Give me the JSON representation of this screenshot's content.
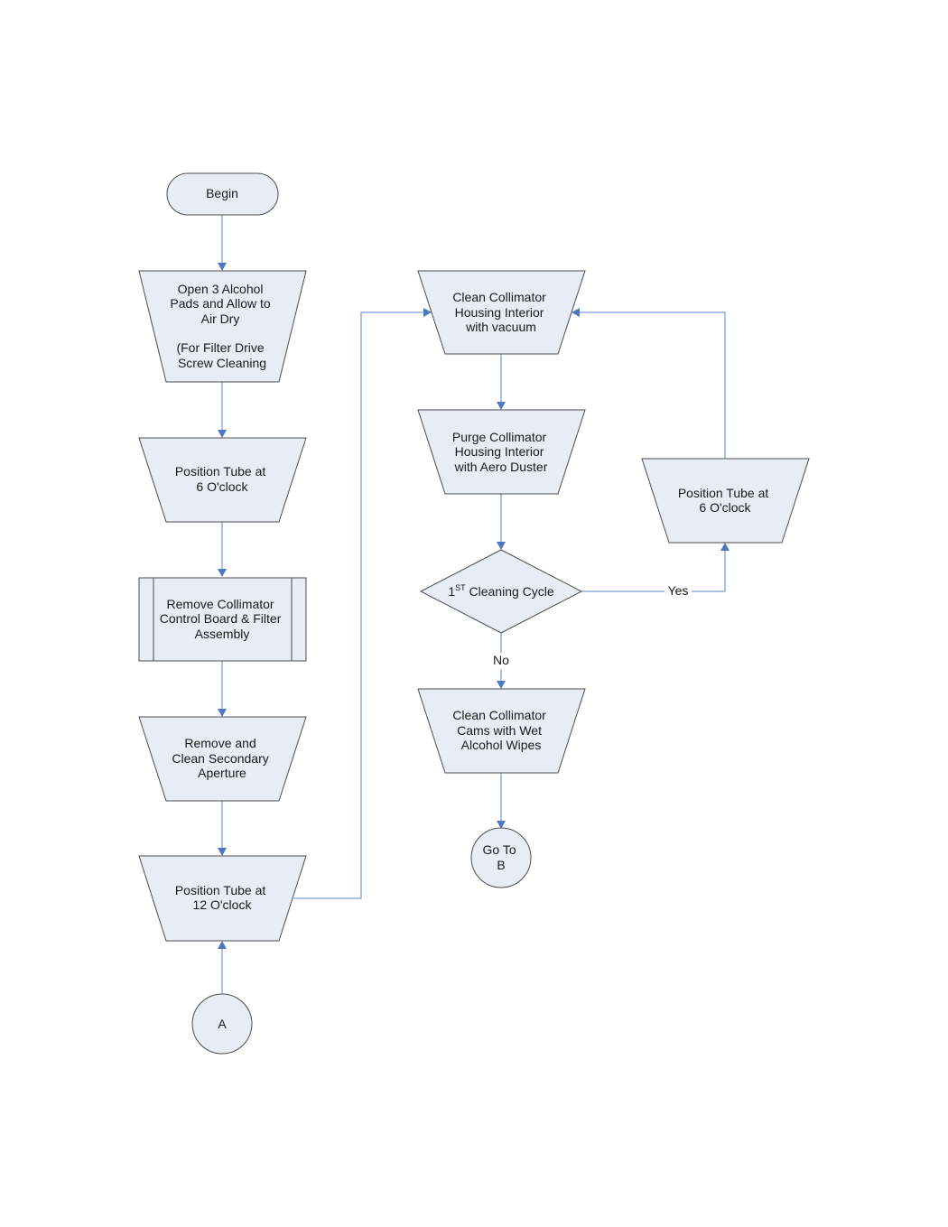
{
  "nodes": {
    "begin": {
      "lines": [
        "Begin"
      ]
    },
    "open_pads": {
      "lines": [
        "Open 3 Alcohol",
        "Pads and Allow to",
        "Air Dry",
        "",
        "(For Filter Drive",
        "Screw Cleaning"
      ]
    },
    "position_6_left": {
      "lines": [
        "Position Tube at",
        "6 O'clock"
      ]
    },
    "remove_board": {
      "lines": [
        "Remove Collimator",
        "Control Board & Filter",
        "Assembly"
      ]
    },
    "remove_aperture": {
      "lines": [
        "Remove and",
        "Clean Secondary",
        "Aperture"
      ]
    },
    "position_12": {
      "lines": [
        "Position Tube at",
        "12 O'clock"
      ]
    },
    "connector_a": {
      "lines": [
        "A"
      ]
    },
    "clean_vacuum": {
      "lines": [
        "Clean Collimator",
        "Housing Interior",
        "with vacuum"
      ]
    },
    "purge": {
      "lines": [
        "Purge Collimator",
        "Housing Interior",
        "with Aero Duster"
      ]
    },
    "cycle_decision": {
      "prefix": "1",
      "sup": "ST",
      "suffix": " Cleaning Cycle"
    },
    "clean_cams": {
      "lines": [
        "Clean Collimator",
        "Cams with Wet",
        "Alcohol Wipes"
      ]
    },
    "goto_b": {
      "lines": [
        "Go To",
        "B"
      ]
    },
    "position_6_right": {
      "lines": [
        "Position Tube at",
        "6 O'clock"
      ]
    }
  },
  "edge_labels": {
    "yes": "Yes",
    "no": "No"
  },
  "colors": {
    "shape_fill": "#e8ecf5",
    "shape_stroke": "#4d4d4d",
    "connector_line": "#5b84c4",
    "arrowhead": "#4a78c2"
  }
}
